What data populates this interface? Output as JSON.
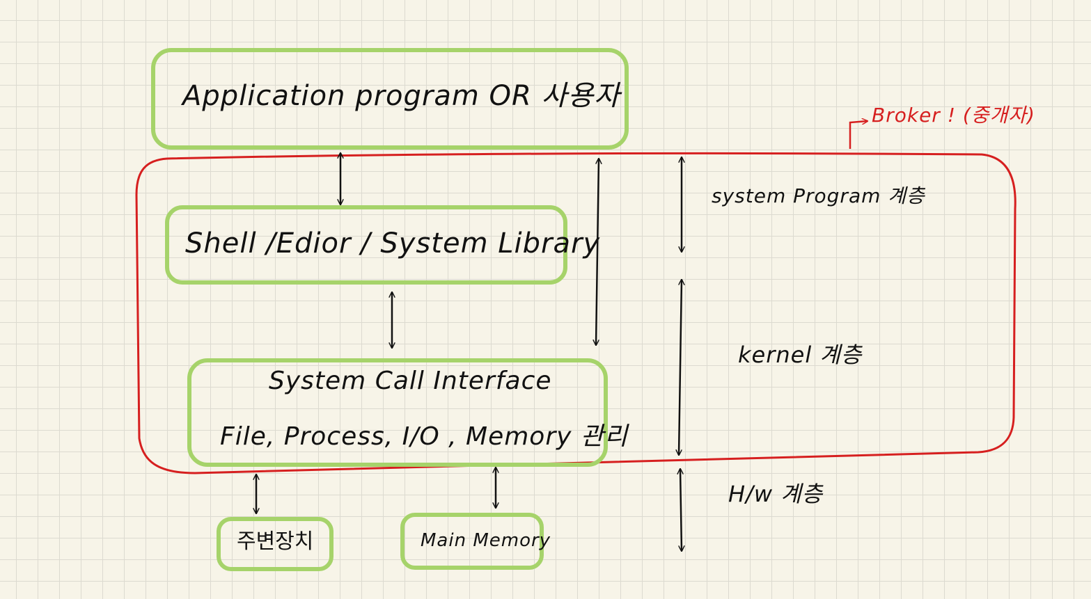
{
  "boxes": {
    "application": "Application program OR 사용자",
    "shell": "Shell /Edior / System Library",
    "syscall_line1": "System Call Interface",
    "syscall_line2": "File, Process, I/O , Memory 관리",
    "peripheral": "주변장치",
    "main_memory": "Main Memory"
  },
  "layers": {
    "system_program": "system Program 계층",
    "kernel": "kernel 계층",
    "hardware": "H/w 계층"
  },
  "annotation": {
    "broker": "Broker ! (중개자)"
  },
  "colors": {
    "box_outline": "#a6d36a",
    "broker_outline": "#d61f1f",
    "ink": "#111111"
  }
}
